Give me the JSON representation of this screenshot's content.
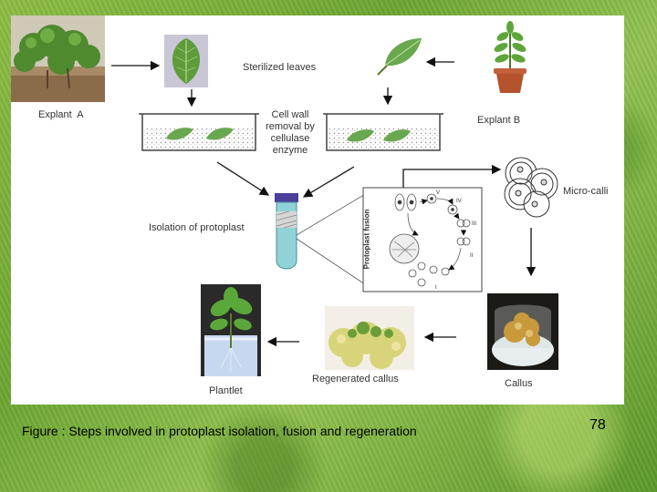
{
  "diagram": {
    "labels": {
      "explant_a": "Explant  A",
      "sterilized_leaves": "Sterilized leaves",
      "explant_b": "Explant B",
      "cell_wall_line1": "Cell wall",
      "cell_wall_line2": "removal by",
      "cell_wall_line3": "cellulase",
      "cell_wall_line4": "enzyme",
      "isolation": "Isolation of protoplast",
      "protoplast_fusion": "Protoplast fusion",
      "micro_calli": "Micro-calli",
      "callus": "Callus",
      "regenerated_callus": "Regenerated callus",
      "plantlet": "Plantlet",
      "stage_I": "I",
      "stage_II": "II",
      "stage_III": "III",
      "stage_IV": "IV",
      "stage_V": "V"
    }
  },
  "footer": {
    "caption": "Figure : Steps involved in protoplast isolation, fusion and regeneration",
    "page_number": "78"
  },
  "colors": {
    "leaf_green": "#6aa84f",
    "pot_terracotta": "#b5532d",
    "tube_purple": "#4b3f9a",
    "tube_teal": "#8fd3d8",
    "background_green": "#7ab33a"
  }
}
